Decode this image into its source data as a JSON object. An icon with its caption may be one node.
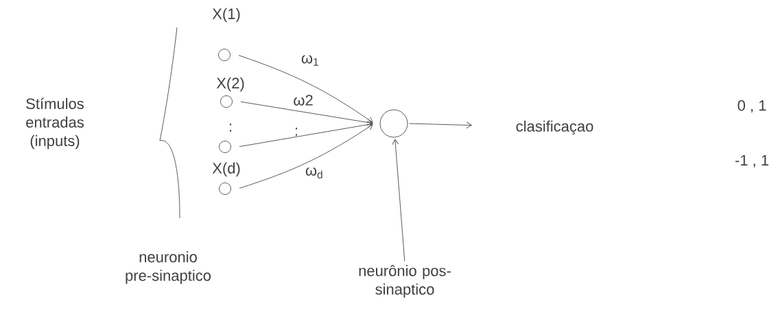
{
  "diagram": {
    "nodes": [
      {
        "text": [],
        "shape": "circle",
        "beside": [
          "X(1)"
        ]
      },
      {
        "text": [],
        "shape": "circle",
        "beside": [
          "X(2)"
        ]
      },
      {
        "text": [],
        "shape": "circle"
      },
      {
        "text": [],
        "shape": "circle",
        "beside": [
          "X(d)"
        ]
      },
      {
        "text": [],
        "shape": "circle"
      },
      {
        "text": [
          "clasificaçao"
        ],
        "beside": [
          "0 , 1",
          "-1 , 1"
        ]
      },
      {
        "text": [
          "neurônio pos-sinaptico"
        ]
      }
    ],
    "edges": [
      {
        "from": 0,
        "to": 4,
        "arrow": "to",
        "label": "ω$_{1}$"
      },
      {
        "from": 1,
        "to": 4,
        "arrow": "to",
        "label": "ω2"
      },
      {
        "from": 2,
        "to": 4,
        "arrow": "to"
      },
      {
        "from": 3,
        "to": 4,
        "arrow": "to",
        "label": "ω$_{d}$"
      },
      {
        "from": 4,
        "to": 5,
        "arrow": "to"
      },
      {
        "from": 6,
        "to": 4,
        "arrow": "to"
      }
    ],
    "labels": [
      "Stímulos entradas (inputs)",
      ":",
      ":",
      "neuronio pre-sinaptico"
    ]
  }
}
